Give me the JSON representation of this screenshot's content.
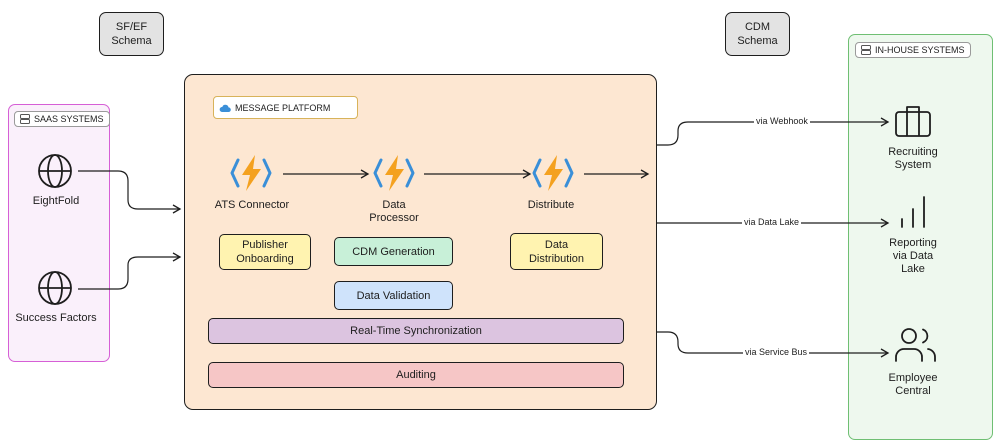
{
  "schemas": {
    "sf_ef": "SF/EF\nSchema",
    "cdm": "CDM\nSchema"
  },
  "groups": {
    "saas": "SAAS SYSTEMS",
    "platform": "MESSAGE PLATFORM",
    "inhouse": "IN-HOUSE SYSTEMS"
  },
  "sources": {
    "eightfold": "EightFold",
    "successfactors": "Success Factors"
  },
  "functions": {
    "ats": "ATS Connector",
    "processor": "Data\nProcessor",
    "distribute": "Distribute"
  },
  "boxes": {
    "publisher": "Publisher\nOnboarding",
    "cdm_gen": "CDM Generation",
    "data_dist": "Data\nDistribution",
    "validation": "Data Validation",
    "realtime": "Real-Time Synchronization",
    "auditing": "Auditing"
  },
  "targets": {
    "recruiting": "Recruiting\nSystem",
    "reporting": "Reporting\nvia Data\nLake",
    "employee": "Employee\nCentral"
  },
  "edges": {
    "webhook": "via Webhook",
    "datalake": "via Data Lake",
    "servicebus": "via Service Bus"
  },
  "colors": {
    "saas_border": "#d65fd6",
    "saas_fill": "#faf0fb",
    "platform_fill": "#fde7d2",
    "inhouse_border": "#6fbf73",
    "inhouse_fill": "#eef8ee",
    "yellow_box": "#fff3b0",
    "green_box": "#c8f0d8",
    "blue_box": "#cfe3fb",
    "purple_box": "#dcc4e0",
    "red_box": "#f6c6c6",
    "lightning_orange": "#f4a11f",
    "lightning_blue": "#3a8fd8"
  }
}
